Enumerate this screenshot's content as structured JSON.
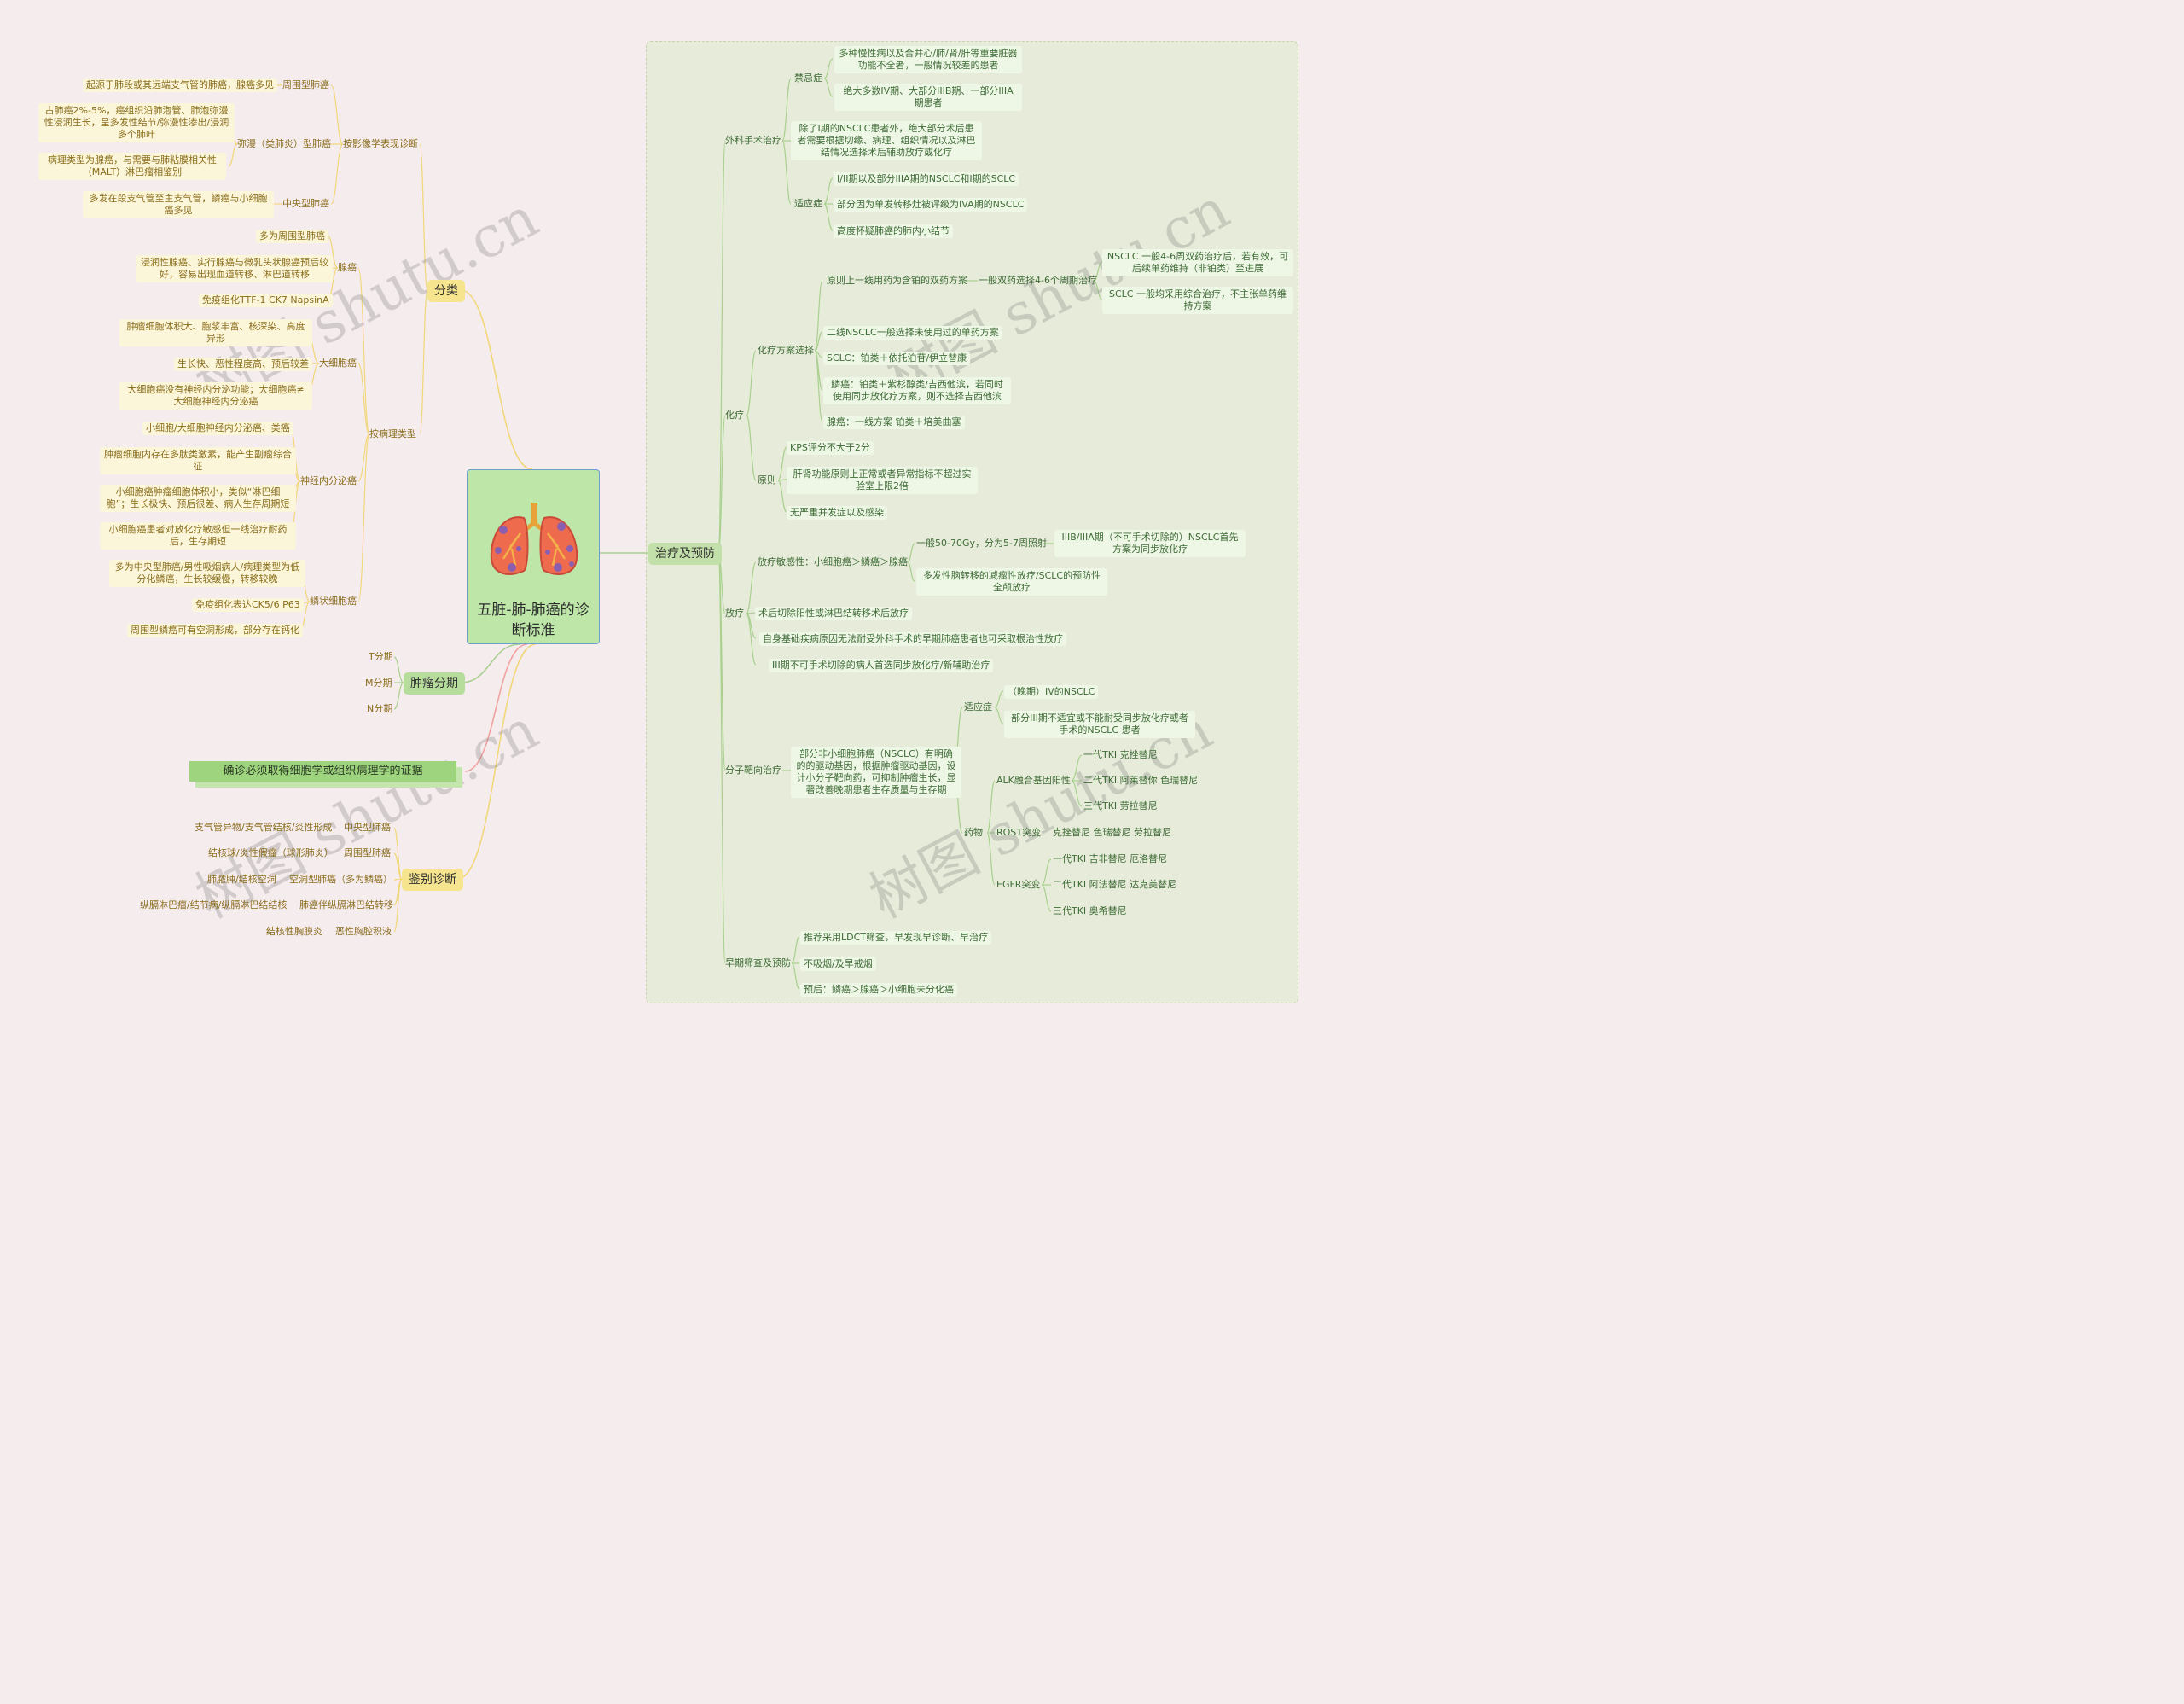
{
  "center": {
    "title": "五脏-肺-肺癌的诊断标准",
    "icon": "lungs-icon"
  },
  "watermark": "树图 shutu.cn",
  "left": {
    "classification": {
      "label": "分类",
      "imaging": {
        "label": "按影像学表现诊断",
        "peripheral": {
          "label": "周围型肺癌",
          "desc": "起源于肺段或其远端支气管的肺癌，腺癌多见"
        },
        "diffuse": {
          "label": "弥漫（类肺炎）型肺癌",
          "items": [
            "占肺癌2%-5%，癌组织沿肺泡管、肺泡弥漫性浸润生长，呈多发性结节/弥漫性渗出/浸润多个肺叶",
            "病理类型为腺癌，与需要与肺粘膜相关性（MALT）淋巴瘤相鉴别"
          ]
        },
        "central": {
          "label": "中央型肺癌",
          "desc": "多发在段支气管至主支气管，鳞癌与小细胞癌多见"
        }
      },
      "pathology": {
        "label": "按病理类型",
        "adeno": {
          "label": "腺癌",
          "items": [
            "多为周围型肺癌",
            "浸润性腺癌、实行腺癌与微乳头状腺癌预后较好，容易出现血道转移、淋巴道转移",
            "免疫组化TTF-1 CK7 NapsinA"
          ]
        },
        "large": {
          "label": "大细胞癌",
          "items": [
            "肿瘤细胞体积大、胞浆丰富、核深染、高度异形",
            "生长快、恶性程度高、预后较差",
            "大细胞癌没有神经内分泌功能；大细胞癌≠大细胞神经内分泌癌"
          ]
        },
        "neuro": {
          "label": "神经内分泌癌",
          "items": [
            "小细胞/大细胞神经内分泌癌、类癌",
            "肿瘤细胞内存在多肽类激素，能产生副瘤综合征",
            "小细胞癌肿瘤细胞体积小，类似“淋巴细胞”；生长极快、预后很差、病人生存周期短",
            "小细胞癌患者对放化疗敏感但一线治疗耐药后，生存期短"
          ]
        },
        "squamous": {
          "label": "鳞状细胞癌",
          "items": [
            "多为中央型肺癌/男性吸烟病人/病理类型为低分化鳞癌，生长较缓慢，转移较晚",
            "免疫组化表达CK5/6 P63",
            "周围型鳞癌可有空洞形成，部分存在钙化"
          ]
        }
      }
    },
    "staging": {
      "label": "肿瘤分期",
      "items": [
        "T分期",
        "M分期",
        "N分期"
      ]
    },
    "confirm": "确诊必须取得细胞学或组织病理学的证据",
    "differential": {
      "label": "鉴别诊断",
      "rows": [
        {
          "label": "中央型肺癌",
          "desc": "支气管异物/支气管结核/炎性形成"
        },
        {
          "label": "周围型肺癌",
          "desc": "结核球/炎性假瘤（球形肺炎）"
        },
        {
          "label": "空洞型肺癌（多为鳞癌）",
          "desc": "肺脓肿/结核空洞"
        },
        {
          "label": "肺癌伴纵膈淋巴结转移",
          "desc": "纵膈淋巴瘤/结节病/纵膈淋巴结结核"
        },
        {
          "label": "恶性胸腔积液",
          "desc": "结核性胸膜炎"
        }
      ]
    }
  },
  "right": {
    "label": "治疗及预防",
    "surgery": {
      "label": "外科手术治疗",
      "contra": {
        "label": "禁忌症",
        "items": [
          "多种慢性病以及合并心/肺/肾/肝等重要脏器功能不全者，一般情况较差的患者",
          "绝大多数IV期、大部分IIIB期、一部分IIIA期患者"
        ]
      },
      "note": "除了I期的NSCLC患者外，绝大部分术后患者需要根据切缘、病理、组织情况以及淋巴结情况选择术后辅助放疗或化疗",
      "indic": {
        "label": "适应症",
        "items": [
          "I/II期以及部分IIIA期的NSCLC和I期的SCLC",
          "部分因为单发转移灶被评级为IVA期的NSCLC",
          "高度怀疑肺癌的肺内小结节"
        ]
      }
    },
    "chemo": {
      "label": "化疗",
      "plans": {
        "label": "化疗方案选择",
        "first": {
          "label": "原则上一线用药为含铂的双药方案",
          "sub": {
            "label": "一般双药选择4-6个周期治疗",
            "items": [
              "NSCLC 一般4-6周双药治疗后，若有效，可后续单药维持（非铂类）至进展",
              "SCLC 一般均采用综合治疗，不主张单药维持方案"
            ]
          }
        },
        "items": [
          "二线NSCLC一般选择未使用过的单药方案",
          "SCLC：铂类＋依托泊苷/伊立替康",
          "鳞癌：铂类＋紫杉醇类/吉西他滨，若同时使用同步放化疗方案，则不选择吉西他滨",
          "腺癌：一线方案 铂类＋培美曲塞"
        ]
      },
      "principle": {
        "label": "原则",
        "items": [
          "KPS评分不大于2分",
          "肝肾功能原则上正常或者异常指标不超过实验室上限2倍",
          "无严重并发症以及感染"
        ]
      }
    },
    "radio": {
      "label": "放疗",
      "sensitivity": {
        "label": "放疗敏感性：小细胞癌＞鳞癌＞腺癌",
        "dose": {
          "label": "一般50-70Gy，分为5-7周照射",
          "desc": "IIIB/IIIA期（不可手术切除的）NSCLC首先方案为同步放化疗"
        },
        "brain": "多发性脑转移的减瘤性放疗/SCLC的预防性全颅放疗"
      },
      "items": [
        "术后切除阳性或淋巴结转移术后放疗",
        "自身基础疾病原因无法耐受外科手术的早期肺癌患者也可采取根治性放疗",
        "III期不可手术切除的病人首选同步放化疗/新辅助治疗"
      ]
    },
    "targeted": {
      "label": "分子靶向治疗",
      "desc": "部分非小细胞肺癌（NSCLC）有明确的的驱动基因，根据肿瘤驱动基因，设计小分子靶向药，可抑制肿瘤生长，显著改善晚期患者生存质量与生存期",
      "indic": {
        "label": "适应症",
        "items": [
          "（晚期）IV的NSCLC",
          "部分III期不适宜或不能耐受同步放化疗或者手术的NSCLC 患者"
        ]
      },
      "drugs": {
        "label": "药物",
        "alk": {
          "label": "ALK融合基因阳性",
          "items": [
            "一代TKI 克挫替尼",
            "二代TKI 阿莱替你 色瑞替尼",
            "三代TKI 劳拉替尼"
          ]
        },
        "ros1": {
          "label": "ROS1突变",
          "desc": "克挫替尼 色瑞替尼 劳拉替尼"
        },
        "egfr": {
          "label": "EGFR突变",
          "items": [
            "一代TKI 吉非替尼 厄洛替尼",
            "二代TKI 阿法替尼 达克美替尼",
            "三代TKI 奥希替尼"
          ]
        }
      }
    },
    "screening": {
      "label": "早期筛查及预防",
      "items": [
        "推荐采用LDCT筛查，早发现早诊断、早治疗",
        "不吸烟/及早戒烟",
        "预后：鳞癌＞腺癌＞小细胞未分化癌"
      ]
    }
  },
  "colors": {
    "background": "#f5ecee",
    "panel": "#e7ecda",
    "accent_yellow": "#f6e58e",
    "accent_green": "#b6dd9b",
    "center_border": "#6f9ecb"
  }
}
